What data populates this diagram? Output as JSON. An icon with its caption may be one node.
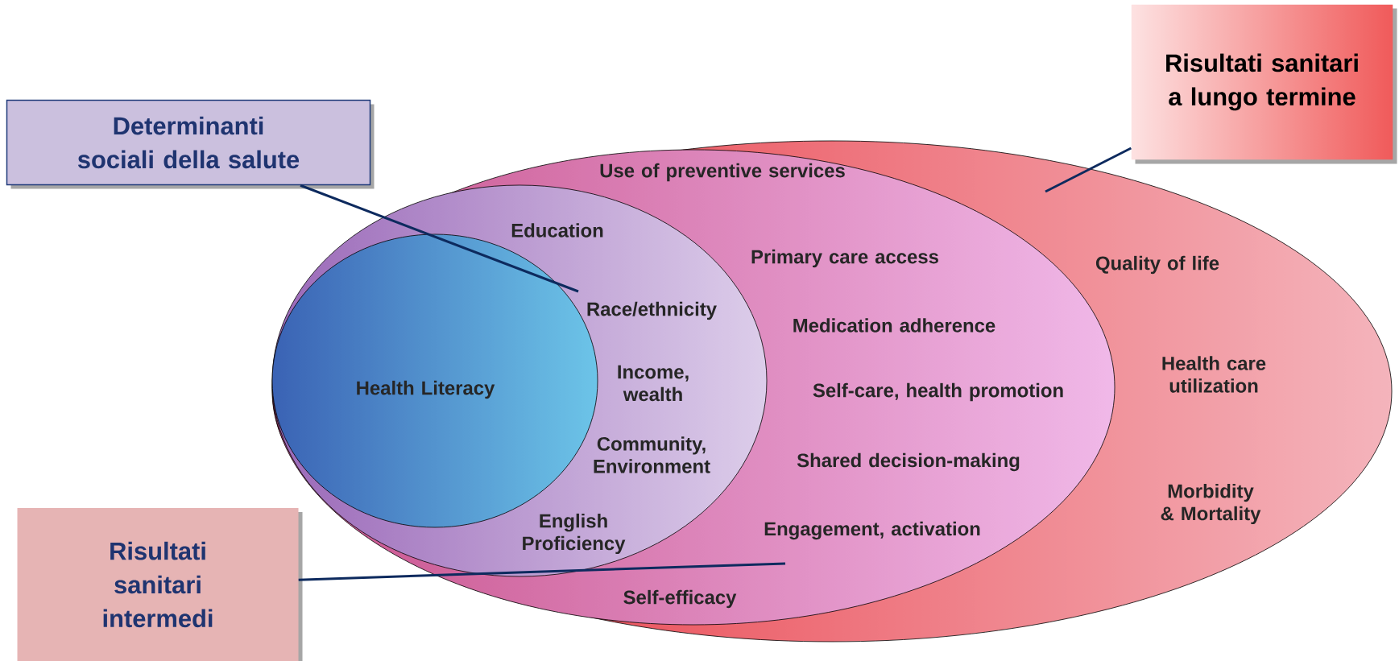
{
  "diagram": {
    "nodes": [
      {
        "text": [
          "Quality of life",
          "Health care utilization",
          "Morbidity & Mortality"
        ]
      },
      {
        "text": [
          "Use of preventive services",
          "Primary care access",
          "Medication adherence",
          "Self-care, health promotion",
          "Shared decision-making",
          "Engagement, activation",
          "Self-efficacy"
        ],
        "in": 0
      },
      {
        "text": [
          "Education",
          "Race/ethnicity",
          "Income, wealth",
          "Community, Environment",
          "English Proficiency"
        ],
        "in": 1
      },
      {
        "text": [
          "Health Literacy"
        ],
        "in": 2
      },
      {
        "text": [
          "Determinanti sociali della salute"
        ]
      },
      {
        "text": [
          "Risultati sanitari a lungo termine"
        ]
      },
      {
        "text": [
          "Risultati sanitari intermedi"
        ]
      }
    ],
    "edges": [
      {
        "from": 4,
        "to": 2,
        "arrow": "none"
      },
      {
        "from": 5,
        "to": 0,
        "arrow": "none"
      },
      {
        "from": 6,
        "to": 1,
        "arrow": "none"
      }
    ]
  }
}
